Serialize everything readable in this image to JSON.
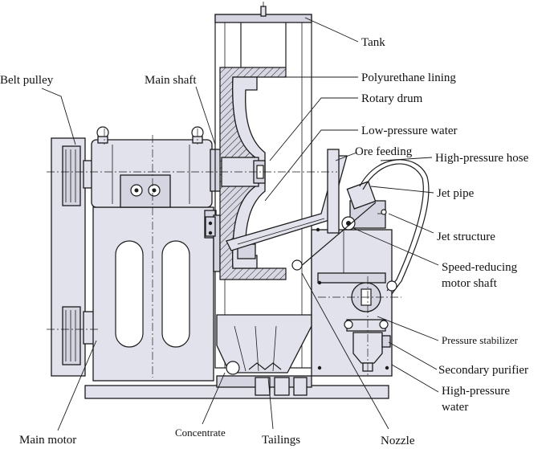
{
  "labels": {
    "tank": "Tank",
    "polyurethane_lining": "Polyurethane lining",
    "rotary_drum": "Rotary drum",
    "low_pressure_water": "Low-pressure water",
    "ore_feeding": "Ore feeding",
    "high_pressure_hose": "High-pressure hose",
    "jet_pipe": "Jet pipe",
    "jet_structure": "Jet structure",
    "speed_reducing_line1": "Speed-reducing",
    "speed_reducing_line2": "motor shaft",
    "pressure_stabilizer": "Pressure stabilizer",
    "secondary_purifier": "Secondary purifier",
    "high_pressure_water_line1": "High-pressure",
    "high_pressure_water_line2": "water",
    "belt_pulley": "Belt pulley",
    "main_shaft": "Main shaft",
    "main_motor": "Main motor",
    "concentrate": "Concentrate",
    "tailings": "Tailings",
    "nozzle": "Nozzle"
  },
  "colors": {
    "line": "#1b1b1b",
    "metal_fill": "#e2e2ec",
    "background": "#ffffff"
  }
}
